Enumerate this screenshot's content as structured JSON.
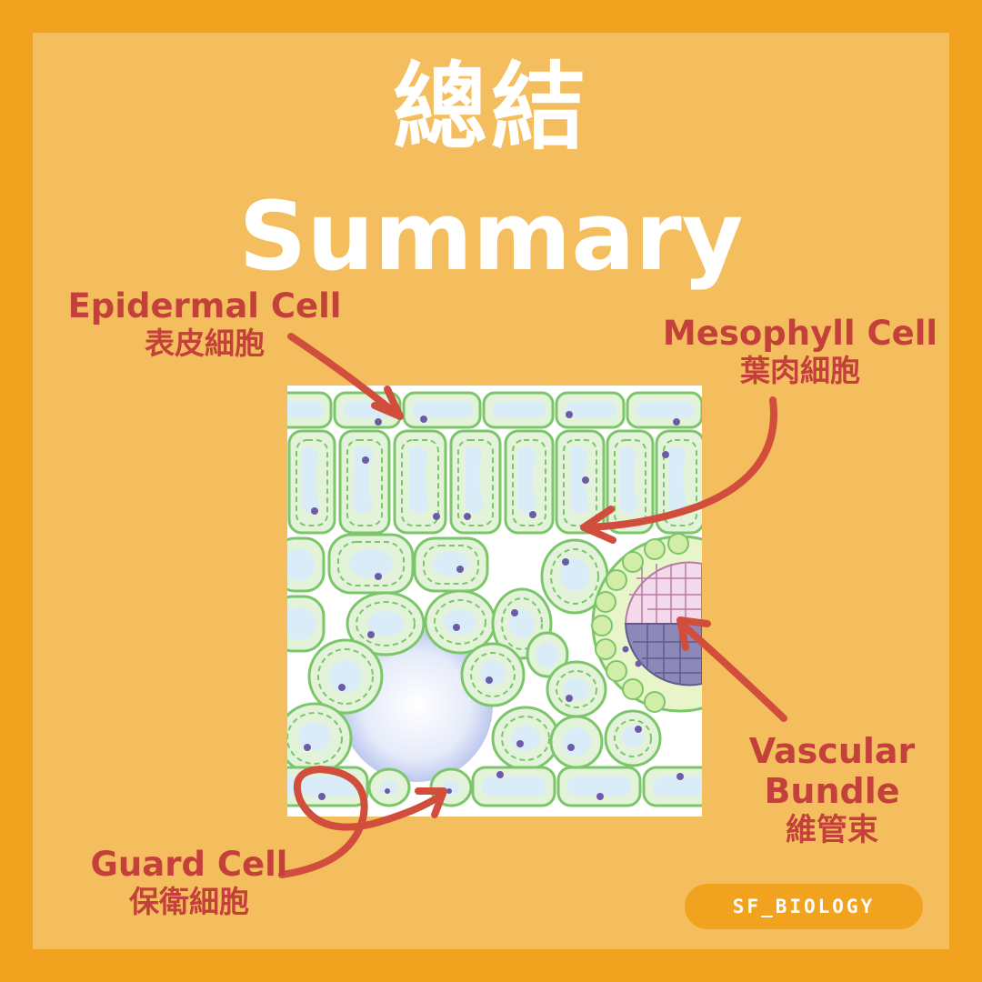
{
  "title": {
    "chinese": "總結",
    "english": "Summary"
  },
  "labels": {
    "epidermal": {
      "english": "Epidermal Cell",
      "chinese": "表皮細胞"
    },
    "mesophyll": {
      "english": "Mesophyll Cell",
      "chinese": "葉肉細胞"
    },
    "vascular": {
      "english_line1": "Vascular",
      "english_line2": "Bundle",
      "chinese": "維管束"
    },
    "guard": {
      "english": "Guard Cell",
      "chinese": "保衛細胞"
    }
  },
  "badge": {
    "text": "SF_BIOLOGY"
  },
  "colors": {
    "frame": "#F1A31F",
    "panel": "#F4BE5E",
    "title": "#FFFFFF",
    "label": "#C4403A",
    "arrow": "#D14E3C",
    "cell_wall": "#8FD27A",
    "vacuole": "#D9ECF8",
    "nucleus": "#6E5BA8",
    "air_space": "#C9D5F2",
    "xylem": "#B77BA8",
    "phloem": "#7B75A8"
  }
}
